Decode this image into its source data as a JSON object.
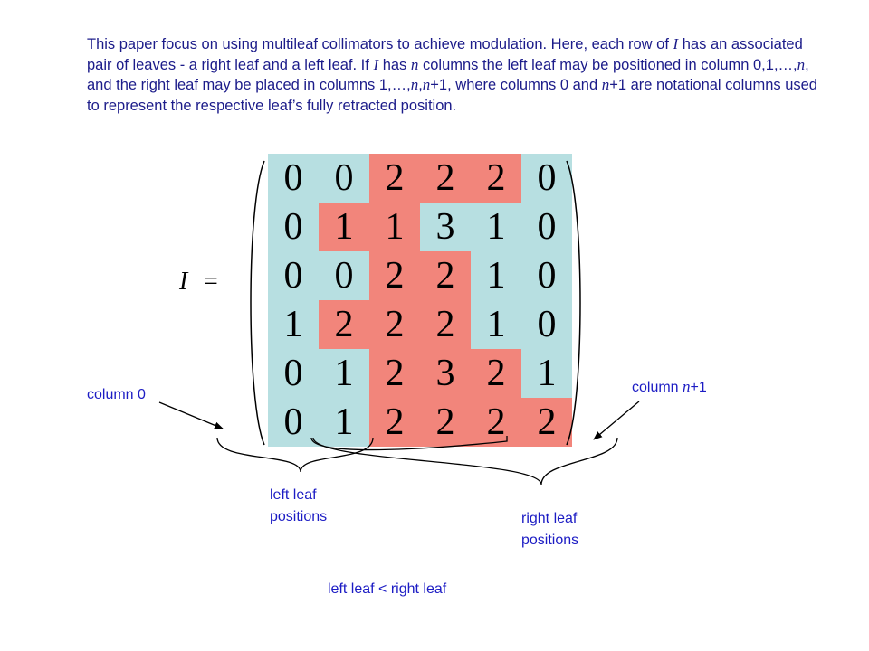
{
  "intro_paragraph": [
    {
      "text": "This paper focus on using multileaf collimators to achieve modulation. Here, each row of ",
      "italic": false
    },
    {
      "text": "I",
      "italic": true
    },
    {
      "text": " has an associated pair of leaves - a right leaf and a left leaf. If ",
      "italic": false
    },
    {
      "text": "I",
      "italic": true
    },
    {
      "text": " has ",
      "italic": false
    },
    {
      "text": "n",
      "italic": true
    },
    {
      "text": " columns the left leaf may be positioned in column 0,1,…,",
      "italic": false
    },
    {
      "text": "n",
      "italic": true
    },
    {
      "text": ", and the right leaf may be placed in columns 1,…,",
      "italic": false
    },
    {
      "text": "n",
      "italic": true
    },
    {
      "text": ",",
      "italic": false
    },
    {
      "text": "n",
      "italic": true
    },
    {
      "text": "+1, where columns 0 and ",
      "italic": false
    },
    {
      "text": "n",
      "italic": true
    },
    {
      "text": "+1 are notational columns used to represent the respective leaf’s fully retracted position.",
      "italic": false
    }
  ],
  "matrix": {
    "label": "I",
    "equals": "=",
    "rows": [
      [
        {
          "v": "0",
          "c": "blue"
        },
        {
          "v": "0",
          "c": "blue"
        },
        {
          "v": "2",
          "c": "red"
        },
        {
          "v": "2",
          "c": "red"
        },
        {
          "v": "2",
          "c": "red"
        },
        {
          "v": "0",
          "c": "blue"
        }
      ],
      [
        {
          "v": "0",
          "c": "blue"
        },
        {
          "v": "1",
          "c": "red"
        },
        {
          "v": "1",
          "c": "red"
        },
        {
          "v": "3",
          "c": "blue"
        },
        {
          "v": "1",
          "c": "blue"
        },
        {
          "v": "0",
          "c": "blue"
        }
      ],
      [
        {
          "v": "0",
          "c": "blue"
        },
        {
          "v": "0",
          "c": "blue"
        },
        {
          "v": "2",
          "c": "red"
        },
        {
          "v": "2",
          "c": "red"
        },
        {
          "v": "1",
          "c": "blue"
        },
        {
          "v": "0",
          "c": "blue"
        }
      ],
      [
        {
          "v": "1",
          "c": "blue"
        },
        {
          "v": "2",
          "c": "red"
        },
        {
          "v": "2",
          "c": "red"
        },
        {
          "v": "2",
          "c": "red"
        },
        {
          "v": "1",
          "c": "blue"
        },
        {
          "v": "0",
          "c": "blue"
        }
      ],
      [
        {
          "v": "0",
          "c": "blue"
        },
        {
          "v": "1",
          "c": "blue"
        },
        {
          "v": "2",
          "c": "red"
        },
        {
          "v": "3",
          "c": "red"
        },
        {
          "v": "2",
          "c": "red"
        },
        {
          "v": "1",
          "c": "blue"
        }
      ],
      [
        {
          "v": "0",
          "c": "blue"
        },
        {
          "v": "1",
          "c": "blue"
        },
        {
          "v": "2",
          "c": "red"
        },
        {
          "v": "2",
          "c": "red"
        },
        {
          "v": "2",
          "c": "red"
        },
        {
          "v": "2",
          "c": "red"
        }
      ]
    ]
  },
  "labels": {
    "column_0": "column 0",
    "column_n_plus_1_prefix": "column ",
    "column_n_plus_1_var": "n",
    "column_n_plus_1_suffix": "+1",
    "left_leaf_line1": "left leaf",
    "left_leaf_line2": "positions",
    "right_leaf_line1": "right leaf",
    "right_leaf_line2": "positions",
    "constraint": "left leaf < right leaf"
  },
  "colors": {
    "blue": "#b7dfe1",
    "red": "#f2857b",
    "label_text": "#1c1cc4",
    "body_text": "#1c1c8a",
    "matrix_text": "#000000"
  }
}
